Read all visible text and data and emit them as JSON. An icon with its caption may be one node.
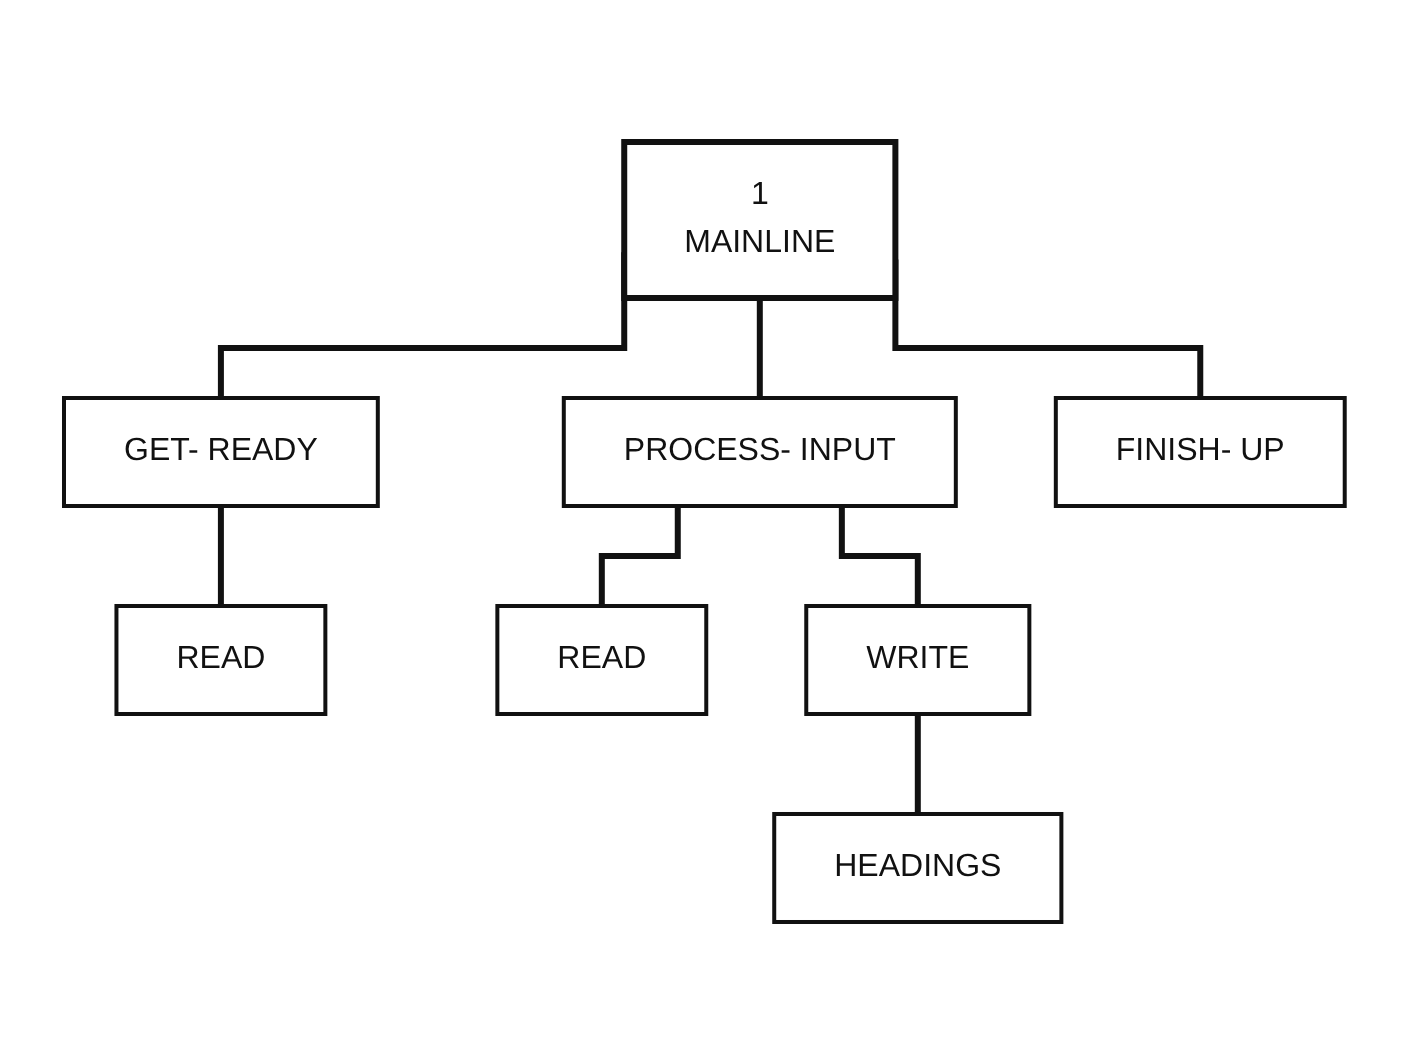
{
  "diagram": {
    "nodes": [
      {
        "text": [
          "1",
          "MAINLINE"
        ]
      },
      {
        "text": [
          "GET- READY"
        ]
      },
      {
        "text": [
          "PROCESS- INPUT"
        ]
      },
      {
        "text": [
          "FINISH- UP"
        ]
      },
      {
        "text": [
          "READ"
        ]
      },
      {
        "text": [
          "READ"
        ]
      },
      {
        "text": [
          "WRITE"
        ]
      },
      {
        "text": [
          "HEADINGS"
        ]
      }
    ],
    "edges": [
      {
        "from": 0,
        "to": 1,
        "arrow": "none"
      },
      {
        "from": 0,
        "to": 2,
        "arrow": "none"
      },
      {
        "from": 0,
        "to": 3,
        "arrow": "none"
      },
      {
        "from": 1,
        "to": 4,
        "arrow": "none"
      },
      {
        "from": 2,
        "to": 5,
        "arrow": "none"
      },
      {
        "from": 2,
        "to": 6,
        "arrow": "none"
      },
      {
        "from": 6,
        "to": 7,
        "arrow": "none"
      }
    ]
  }
}
